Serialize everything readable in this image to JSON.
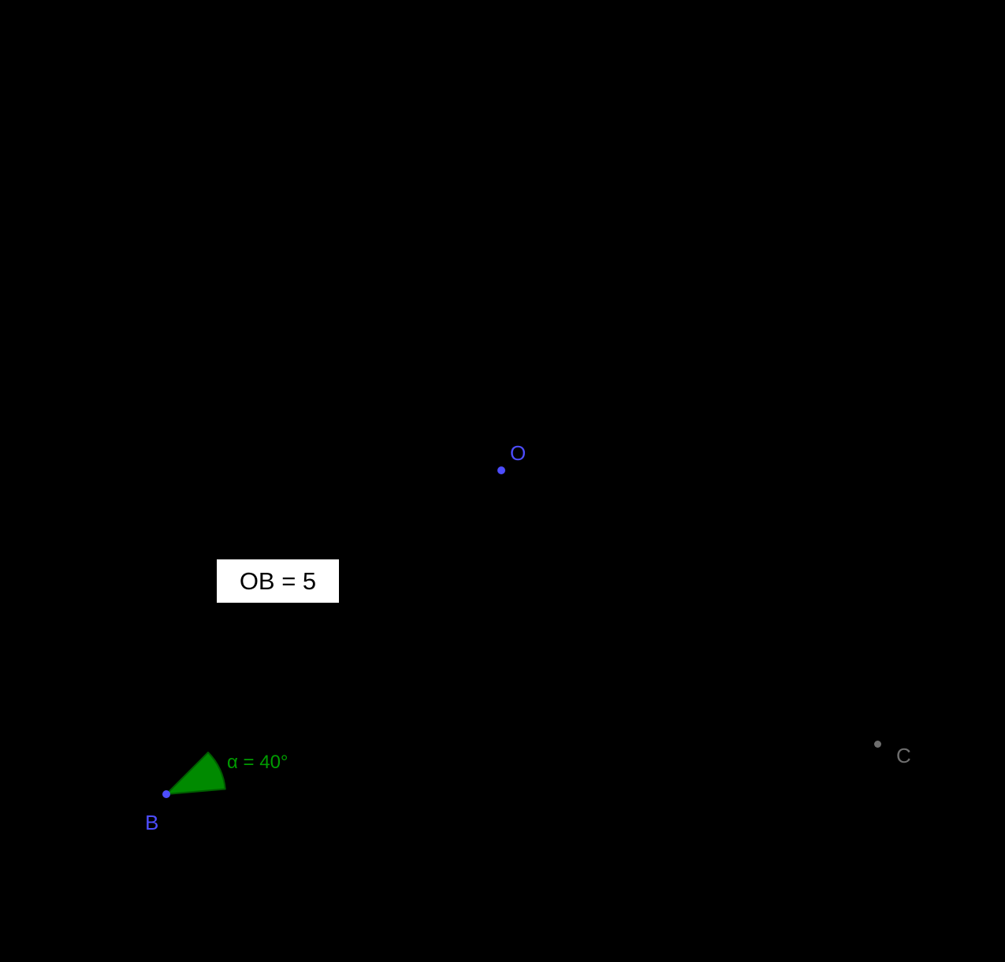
{
  "canvas": {
    "background": "#000000"
  },
  "points": {
    "O": {
      "label": "O",
      "color": "#4d4dff"
    },
    "B": {
      "label": "B",
      "color": "#4d4dff"
    },
    "C": {
      "label": "C",
      "color": "#6e6e6e"
    }
  },
  "measurement": {
    "label": "OB = 5",
    "text_color": "#000000",
    "background": "#ffffff"
  },
  "angle": {
    "label": "α = 40°",
    "value_degrees": 40,
    "vertex": "B",
    "fill_color": "#008a00",
    "stroke_color": "#005c00",
    "label_color": "#009b00"
  }
}
